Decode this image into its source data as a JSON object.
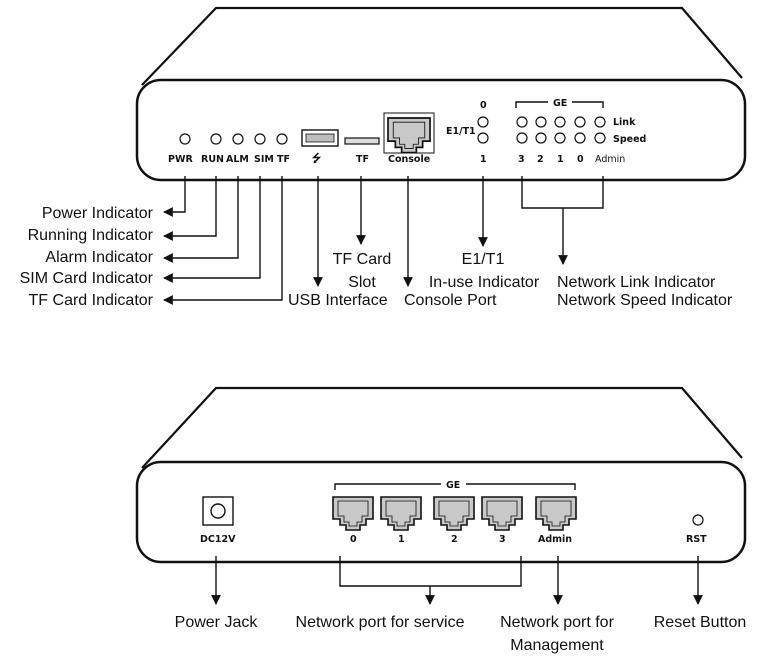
{
  "front": {
    "leds": {
      "pwr": "PWR",
      "run": "RUN",
      "alm": "ALM",
      "sim": "SIM",
      "tf": "TF"
    },
    "usb_symbol": "⭍",
    "tf_slot": "TF",
    "console": "Console",
    "e1t1_label": "E1/T1",
    "e1t1_top": "0",
    "e1t1_bottom": "1",
    "ge_label": "GE",
    "link_label": "Link",
    "speed_label": "Speed",
    "ports": [
      "3",
      "2",
      "1",
      "0"
    ],
    "admin": "Admin"
  },
  "front_callouts": {
    "power": "Power Indicator",
    "running": "Running Indicator",
    "alarm": "Alarm Indicator",
    "sim": "SIM Card Indicator",
    "tf": "TF Card Indicator",
    "usb": "USB Interface",
    "tf_card_1": "TF Card",
    "tf_card_2": "Slot",
    "console": "Console Port",
    "e1_1": "E1/T1",
    "e1_2": "In-use Indicator",
    "net_1": "Network Link Indicator",
    "net_2": "Network Speed Indicator"
  },
  "back": {
    "dc": "DC12V",
    "ge_label": "GE",
    "ports": [
      "0",
      "1",
      "2",
      "3",
      "Admin"
    ],
    "rst": "RST"
  },
  "back_callouts": {
    "power_jack": "Power Jack",
    "service": "Network port for service",
    "mgmt_1": "Network port for",
    "mgmt_2": "Management",
    "reset": "Reset Button"
  }
}
